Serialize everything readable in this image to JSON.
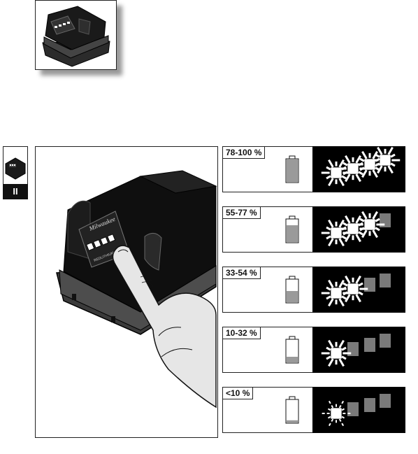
{
  "section": {
    "tag": "II"
  },
  "charge_levels": [
    {
      "label": "78-100 %",
      "lit": 4,
      "blinking": false,
      "fill": 1.0
    },
    {
      "label": "55-77 %",
      "lit": 3,
      "blinking": false,
      "fill": 0.75
    },
    {
      "label": "33-54 %",
      "lit": 2,
      "blinking": false,
      "fill": 0.5
    },
    {
      "label": "10-32 %",
      "lit": 1,
      "blinking": false,
      "fill": 0.25
    },
    {
      "label": "<10 %",
      "lit": 1,
      "blinking": true,
      "fill": 0.1
    }
  ],
  "battery_brand": "Milwaukee",
  "battery_text": "REDLITHIUM-ION",
  "colors": {
    "lit_light": "#ffffff",
    "unlit_light": "#7a7a7a",
    "battery_fill": "#9a9a9a",
    "panel_bg": "#000000"
  }
}
